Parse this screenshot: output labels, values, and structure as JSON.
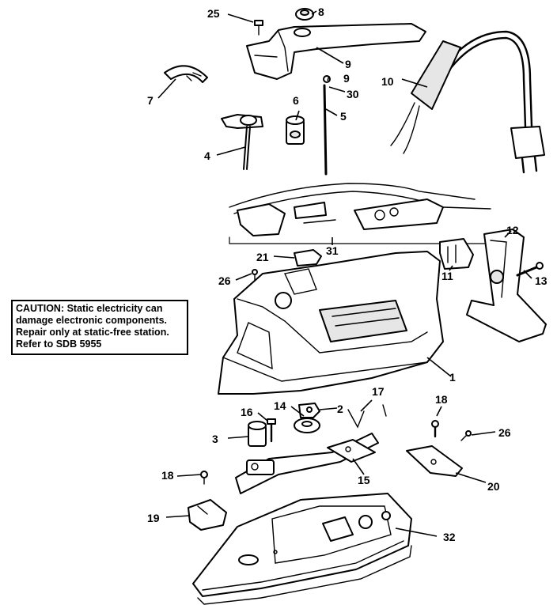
{
  "caution": {
    "lines": [
      "CAUTION: Static electricity can",
      "damage electronic components.",
      "Repair only at static-free station.",
      "Refer to SDB 5955"
    ]
  },
  "part_labels": {
    "p1": "1",
    "p2": "2",
    "p3": "3",
    "p4": "4",
    "p5": "5",
    "p6": "6",
    "p7": "7",
    "p8": "8",
    "p9": "9",
    "p9b": "9",
    "p10": "10",
    "p11": "11",
    "p12": "12",
    "p13": "13",
    "p14": "14",
    "p15": "15",
    "p16": "16",
    "p17": "17",
    "p18a": "18",
    "p18b": "18",
    "p19": "19",
    "p20": "20",
    "p21": "21",
    "p25": "25",
    "p26a": "26",
    "p26b": "26",
    "p30": "30",
    "p31": "31",
    "p32": "32"
  }
}
